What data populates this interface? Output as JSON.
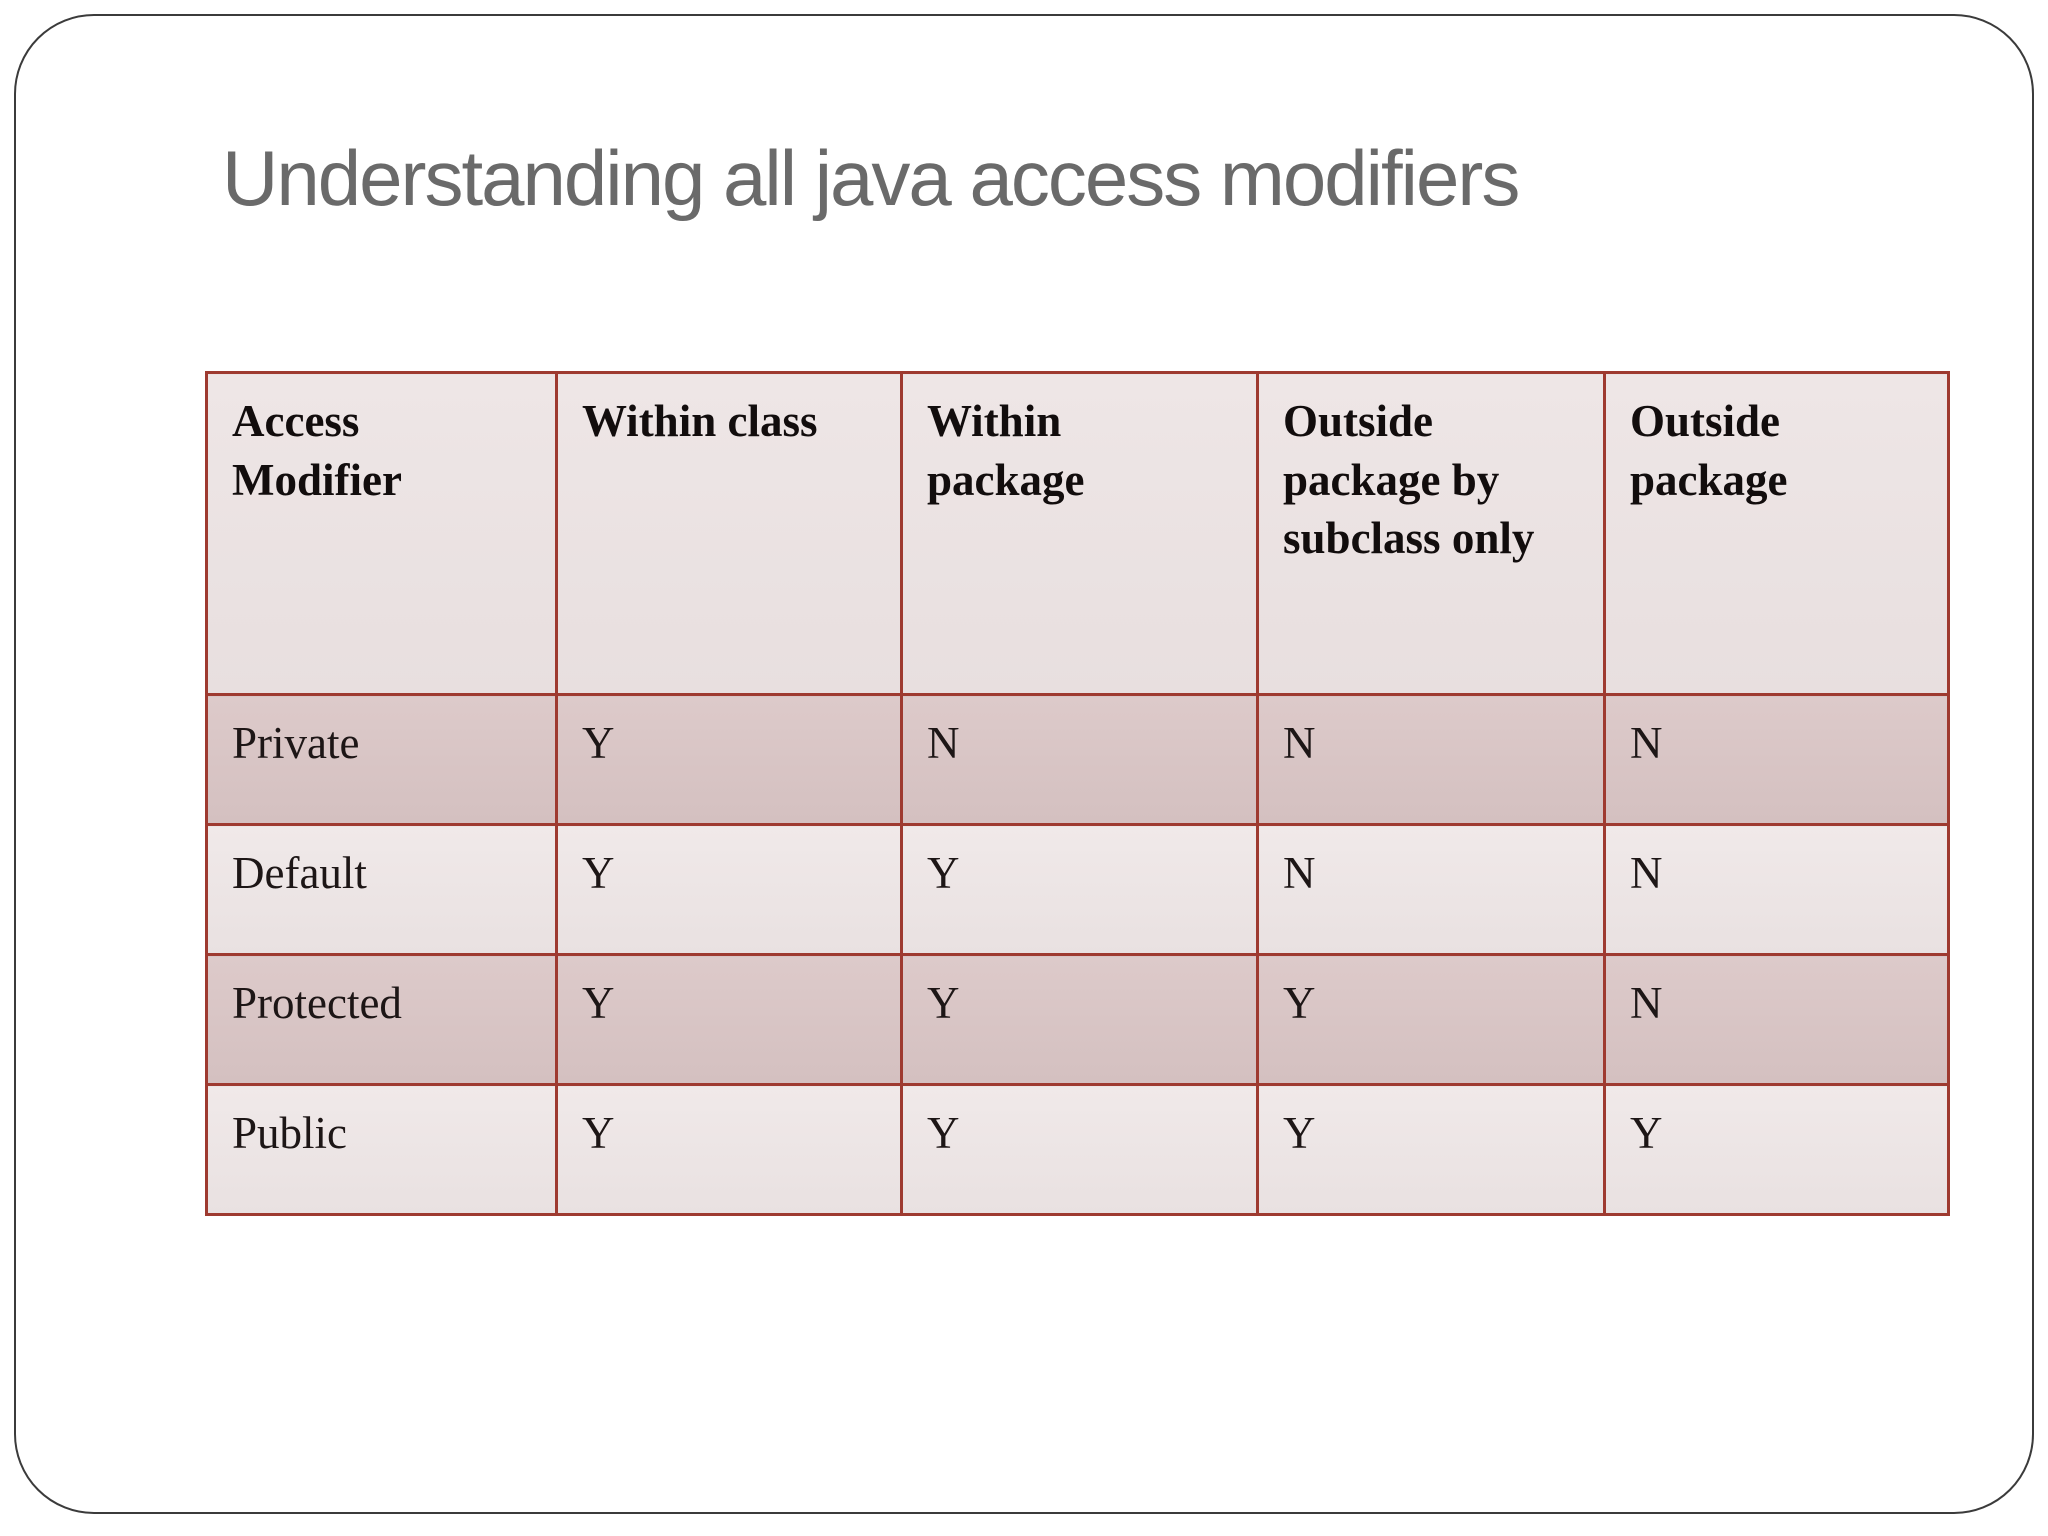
{
  "slide": {
    "title": "Understanding all java access modifiers"
  },
  "table": {
    "columns": [
      "Access\nModifier",
      "Within class",
      "Within\npackage",
      "Outside\npackage by\nsubclass only",
      "Outside\npackage"
    ],
    "rows": [
      {
        "modifier": "Private",
        "values": [
          "Y",
          "N",
          "N",
          "N"
        ]
      },
      {
        "modifier": "Default",
        "values": [
          "Y",
          "Y",
          "N",
          "N"
        ]
      },
      {
        "modifier": "Protected",
        "values": [
          "Y",
          "Y",
          "Y",
          "N"
        ]
      },
      {
        "modifier": "Public",
        "values": [
          "Y",
          "Y",
          "Y",
          "Y"
        ]
      }
    ]
  },
  "colors": {
    "table_border": "#9e3a30",
    "header_bg": "#ebe2e2",
    "row_light_bg": "#eee7e7",
    "row_dark_bg": "#d8c4c4",
    "title_text": "#6a6a6a",
    "header_text": "#120d0d",
    "cell_text": "#1d1616",
    "frame_border": "#3b3b3b",
    "page_bg": "#ffffff"
  }
}
